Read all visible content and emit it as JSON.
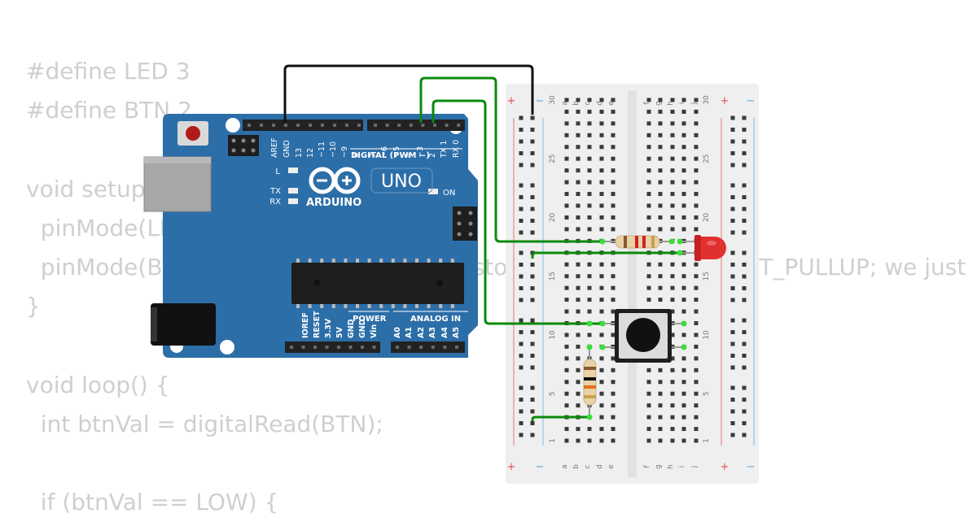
{
  "code_lines": [
    "#define LED 3",
    "#define BTN 2",
    "",
    "void setup() {",
    "  pinMode(LED, OUTPUT);",
    "  pinMode(BTN, INPUT); // Pulldown resistor. For pullup, use INPUT_PULLUP; we just",
    "}",
    "",
    "void loop() {",
    "  int btnVal = digitalRead(BTN);",
    "",
    "  if (btnVal == LOW) {"
  ],
  "arduino": {
    "brand": "ARDUINO",
    "model": "UNO",
    "digital_header": "DIGITAL (PWM ~)",
    "digital_pins": [
      "AREF",
      "GND",
      "13",
      "12",
      "~11",
      "~10",
      "~9",
      "8",
      "7",
      "~6",
      "~5",
      "4",
      "~3",
      "2",
      "TX 1",
      "RX 0"
    ],
    "power_header": "POWER",
    "power_pins": [
      "IOREF",
      "RESET",
      "3.3V",
      "5V",
      "GND",
      "GND",
      "Vin"
    ],
    "analog_header": "ANALOG IN",
    "analog_pins": [
      "A0",
      "A1",
      "A2",
      "A3",
      "A4",
      "A5"
    ],
    "led_l": "L",
    "led_tx": "TX",
    "led_rx": "RX",
    "led_on": "ON"
  },
  "breadboard": {
    "row_labels": [
      "1",
      "5",
      "10",
      "15",
      "20",
      "25",
      "30"
    ],
    "col_labels_left": [
      "a",
      "b",
      "c",
      "d",
      "e"
    ],
    "col_labels_right": [
      "f",
      "g",
      "h",
      "i",
      "j"
    ],
    "rail_plus": "+",
    "rail_minus": "−"
  },
  "colors": {
    "board": "#2c6ea8",
    "wire_green": "#0b8a0b",
    "wire_black": "#111111",
    "led": "#e03030",
    "code_text": "#cfcfcf"
  }
}
